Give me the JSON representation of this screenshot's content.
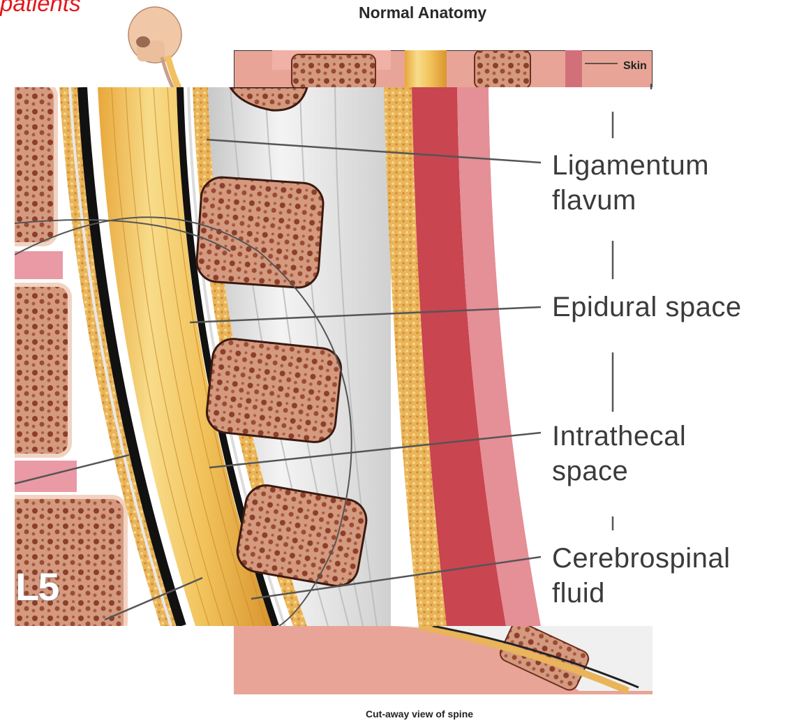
{
  "heading": "patients",
  "title": "Normal Anatomy",
  "caption": "Cut-away view of spine",
  "labels": {
    "skin": "Skin",
    "ligamentum_line1": "Ligamentum",
    "ligamentum_line2": "flavum",
    "epidural": "Epidural space",
    "intrathecal_line1": "Intrathecal",
    "intrathecal_line2": "space",
    "csf_line1": "Cerebrospinal",
    "csf_line2": "fluid",
    "vertebra": "L5"
  },
  "colors": {
    "heading": "#e3161b",
    "skin": "#e8a090",
    "bone": "#c97a5e",
    "nerve": "#f0c25a",
    "ligament": "#dedede"
  }
}
